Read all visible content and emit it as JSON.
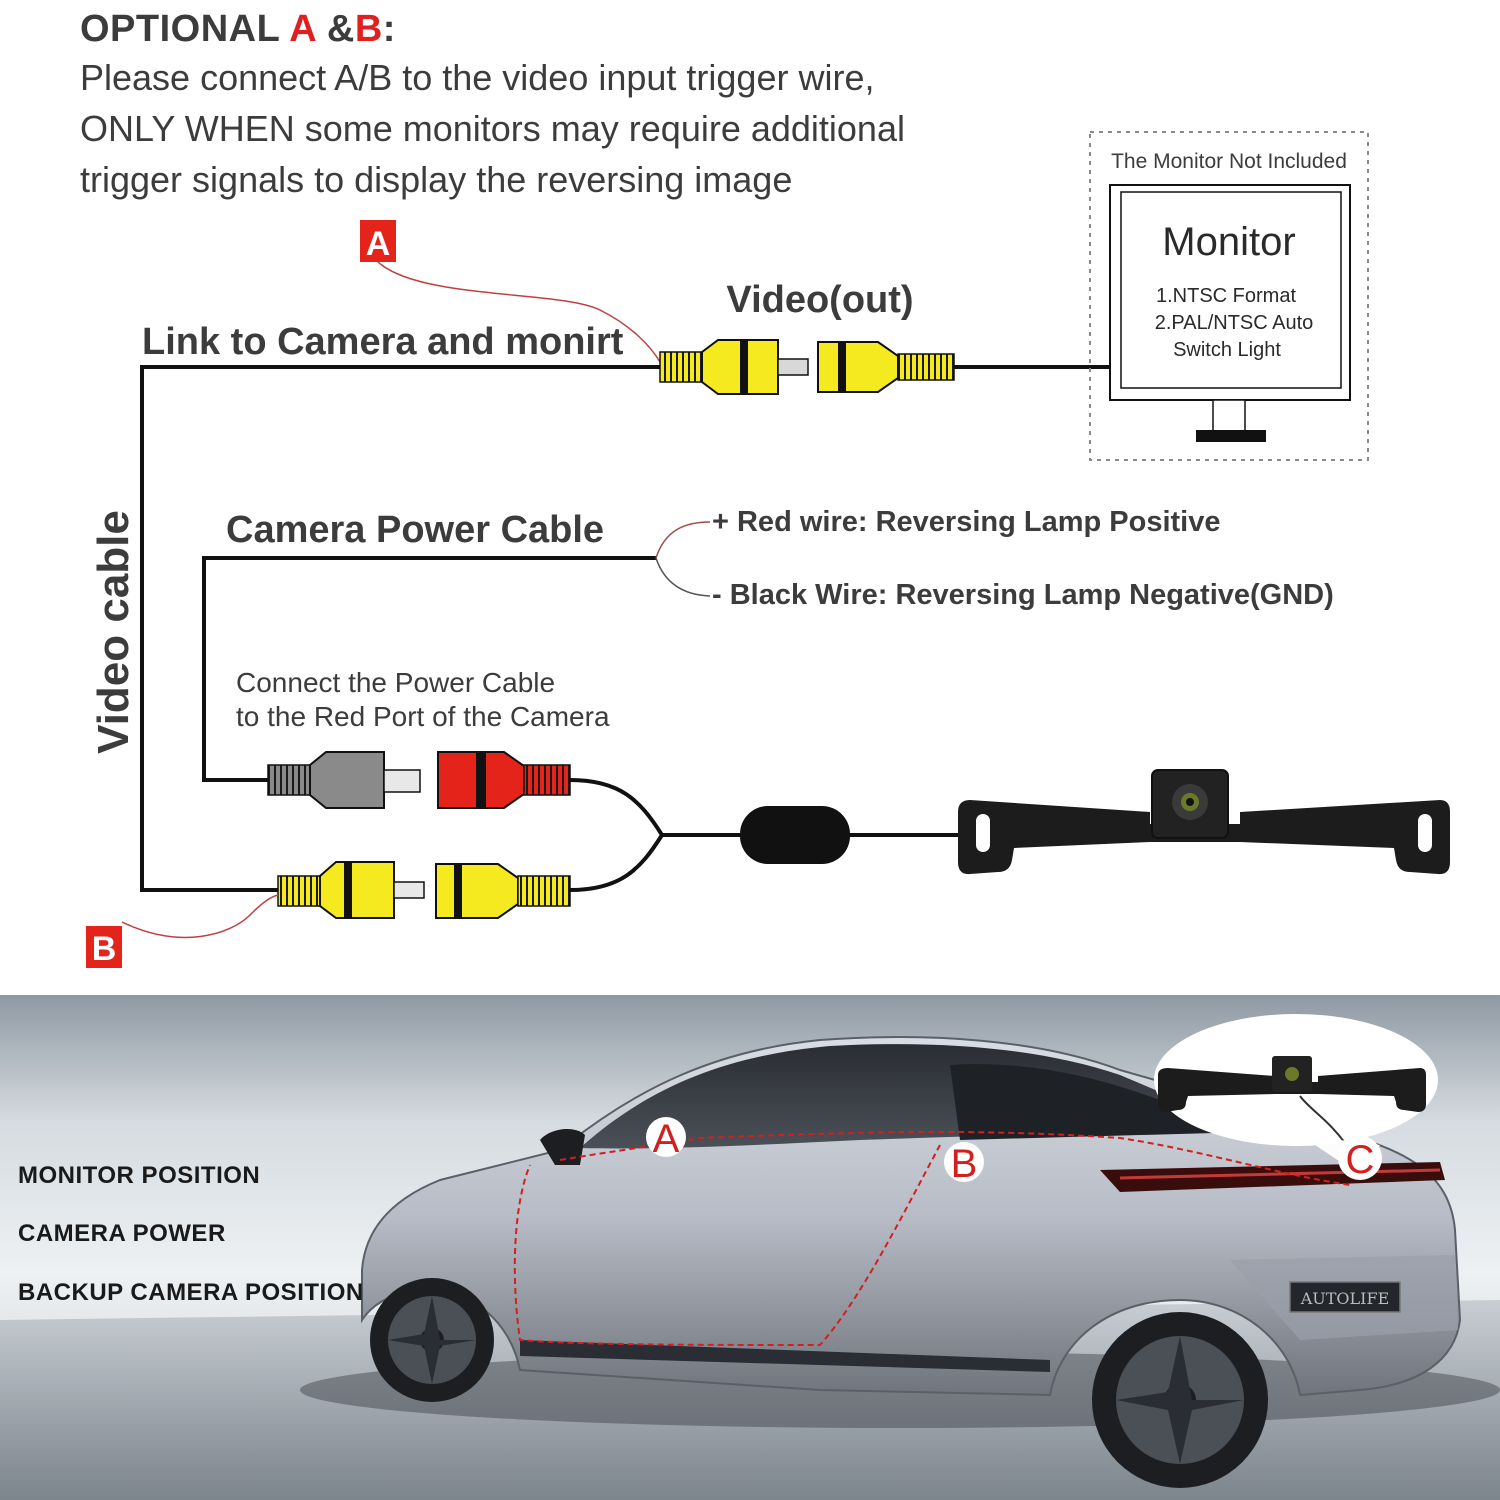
{
  "header": {
    "title_prefix": "OPTIONAL ",
    "title_a": "A",
    "title_mid": " &",
    "title_b": "B",
    "title_suffix": ":",
    "line1": "Please connect A/B to the video input trigger wire,",
    "line2": "ONLY WHEN some monitors may require additional",
    "line3": "trigger signals to display the reversing image"
  },
  "diagram": {
    "marker_a": "A",
    "marker_b": "B",
    "video_out_label": "Video(out)",
    "link_label": "Link to Camera and monirt",
    "video_cable_label": "Video cable",
    "monitor_box_caption": "The Monitor Not Included",
    "monitor_title": "Monitor",
    "monitor_spec1": "1.NTSC Format",
    "monitor_spec2": "2.PAL/NTSC Auto",
    "monitor_spec3": "Switch Light",
    "power_cable_label": "Camera Power Cable",
    "red_wire_label": "+ Red wire: Reversing Lamp Positive",
    "black_wire_label": "- Black Wire: Reversing Lamp Negative(GND)",
    "connect_note_line1": "Connect the Power Cable",
    "connect_note_line2": "to the Red Port of the Camera"
  },
  "photo": {
    "legend": [
      "MONITOR POSITION",
      "CAMERA POWER",
      "BACKUP CAMERA POSITION"
    ],
    "marker_a": "A",
    "marker_b": "B",
    "marker_c": "C",
    "plate_text": "AUTOLIFE"
  },
  "colors": {
    "accent_red": "#e02020",
    "connector_yellow": "#f4ea1f",
    "connector_red": "#e4231b",
    "connector_gray": "#8a8a8a",
    "text_dark": "#3c3c3c"
  }
}
